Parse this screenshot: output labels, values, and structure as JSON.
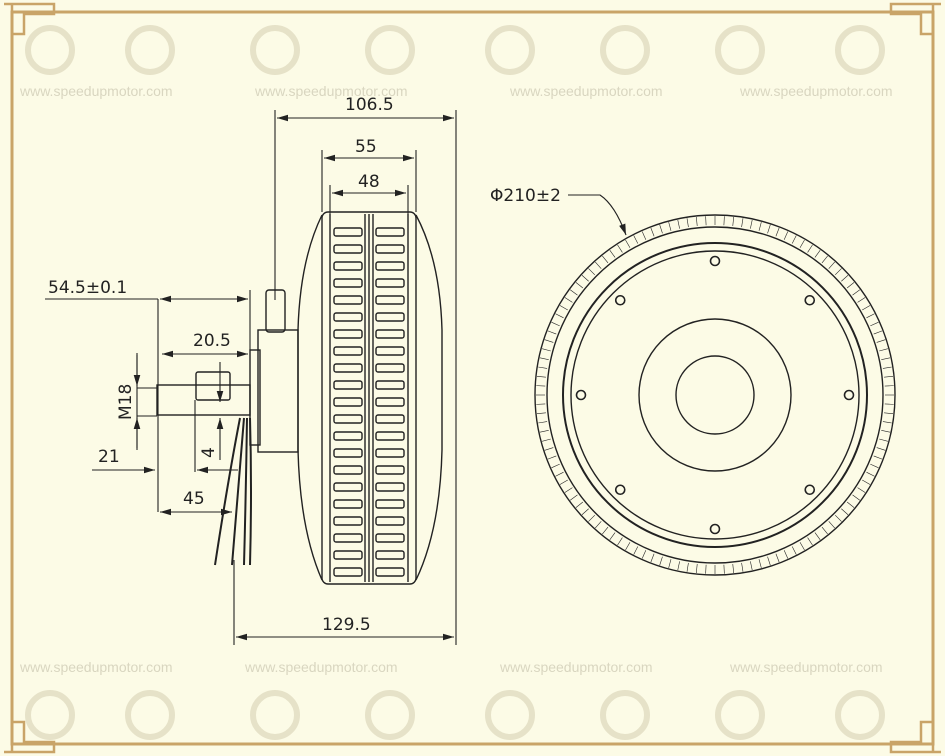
{
  "watermark": {
    "text": "www.speedupmotor.com",
    "logo_icon": "wheel-logo-icon"
  },
  "colors": {
    "background": "#fcfbe6",
    "frame": "#c9a468",
    "line": "#222222"
  },
  "dimensions": {
    "overall_width": "106.5",
    "rim_outer_width": "55",
    "rim_inner_width": "48",
    "diameter": "Φ210±2",
    "shaft_mount": "54.5±0.1",
    "keyway_length": "20.5",
    "thread": "M18",
    "shaft_offset": "21",
    "keyway_width": "4",
    "shaft_length": "45",
    "total_length": "129.5"
  }
}
